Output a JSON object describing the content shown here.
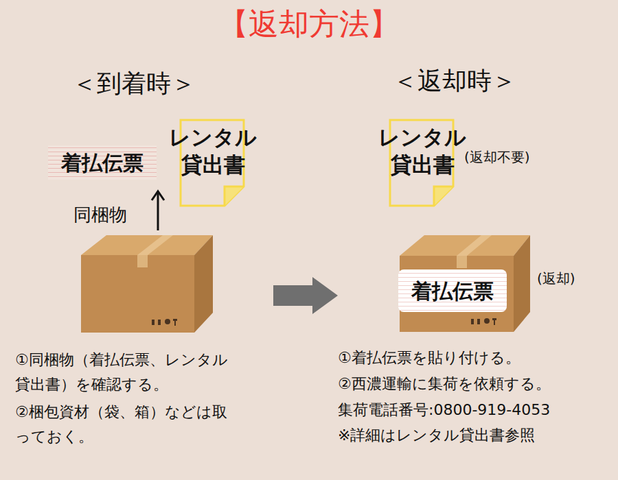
{
  "diagram": {
    "title": "【返却方法】",
    "nodes": [
      {
        "text": [
          "着払伝票"
        ]
      },
      {
        "text": [
          "レンタル 貸出書"
        ]
      },
      {
        "text": [
          "レンタル 貸出書"
        ]
      },
      {
        "text": [
          "着払伝票"
        ]
      }
    ],
    "labels": [
      "＜到着時＞",
      "＜返却時＞",
      "同梱物",
      "(返却不要)",
      "(返却)",
      "①同梱物（着払伝票、レンタル",
      "貸出書）を確認する。",
      "②梱包資材（袋、箱）などは取",
      "っておく。",
      "①着払伝票を貼り付ける。",
      "②西濃運輸に集荷を依頼する。",
      "集荷電話番号:0800-919-4053",
      "※詳細はレンタル貸出書参照"
    ]
  }
}
